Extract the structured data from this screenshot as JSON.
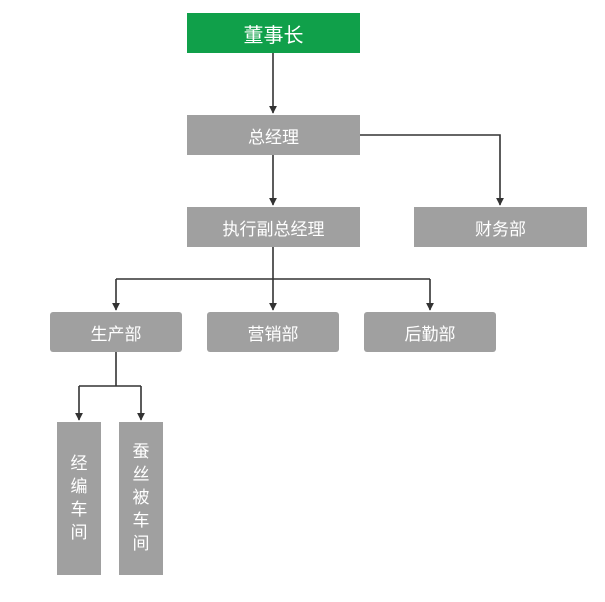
{
  "colors": {
    "root": "#10a04a",
    "box": "#a0a0a0",
    "line": "#333333",
    "text": "#ffffff"
  },
  "nodes": {
    "chairman": {
      "label": "董事长"
    },
    "general_manager": {
      "label": "总经理"
    },
    "executive_vgm": {
      "label": "执行副总经理"
    },
    "finance": {
      "label": "财务部"
    },
    "production": {
      "label": "生产部"
    },
    "marketing": {
      "label": "营销部"
    },
    "logistics": {
      "label": "后勤部"
    },
    "warp_workshop": {
      "label": "经编车间"
    },
    "silk_workshop": {
      "label": "蚕丝被车间"
    }
  },
  "edges": [
    {
      "from": "chairman",
      "to": "general_manager"
    },
    {
      "from": "general_manager",
      "to": "executive_vgm"
    },
    {
      "from": "general_manager",
      "to": "finance"
    },
    {
      "from": "executive_vgm",
      "to": "production"
    },
    {
      "from": "executive_vgm",
      "to": "marketing"
    },
    {
      "from": "executive_vgm",
      "to": "logistics"
    },
    {
      "from": "production",
      "to": "warp_workshop"
    },
    {
      "from": "production",
      "to": "silk_workshop"
    }
  ]
}
